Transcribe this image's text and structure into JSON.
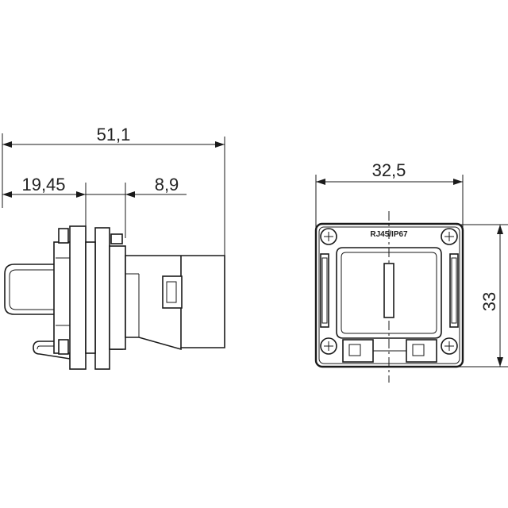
{
  "dimensions": {
    "overall_length": "51,1",
    "left_segment": "19,45",
    "right_segment": "8,9",
    "front_width": "32,5",
    "front_height": "33"
  },
  "front_label": "RJ45/IP67"
}
